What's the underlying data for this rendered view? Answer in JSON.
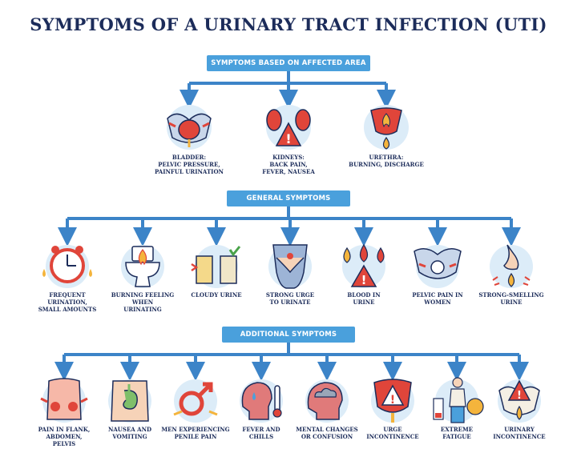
{
  "title": "SYMPTOMS OF A URINARY TRACT INFECTION (UTI)",
  "sections": [
    {
      "banner": "SYMPTOMS BASED ON AFFECTED AREA",
      "items": [
        {
          "label": "BLADDER:\nPELVIC PRESSURE,\nPAINFUL URINATION",
          "icon": "bladder-icon"
        },
        {
          "label": "KIDNEYS:\nBACK PAIN,\nFEVER, NAUSEA",
          "icon": "kidneys-warning-icon"
        },
        {
          "label": "URETHRA:\nBURNING, DISCHARGE",
          "icon": "urethra-burning-icon"
        }
      ]
    },
    {
      "banner": "GENERAL SYMPTOMS",
      "items": [
        {
          "label": "FREQUENT\nURINATION,\nSMALL AMOUNTS",
          "icon": "alarm-clock-drops-icon"
        },
        {
          "label": "BURNING FEELING\nWHEN\nURINATING",
          "icon": "burning-toilet-icon"
        },
        {
          "label": "CLOUDY URINE",
          "icon": "cloudy-urine-jars-icon"
        },
        {
          "label": "STRONG URGE\nTO URINATE",
          "icon": "hands-on-groin-icon"
        },
        {
          "label": "BLOOD IN\nURINE",
          "icon": "blood-drops-warning-icon"
        },
        {
          "label": "PELVIC PAIN IN\nWOMEN",
          "icon": "pelvis-pain-icon"
        },
        {
          "label": "STRONG-SMELLING\nURINE",
          "icon": "nose-smell-icon"
        }
      ]
    },
    {
      "banner": "ADDITIONAL SYMPTOMS",
      "items": [
        {
          "label": "PAIN IN FLANK,\nABDOMEN,\nPELVIS",
          "icon": "flank-pain-icon"
        },
        {
          "label": "NAUSEA AND\nVOMITING",
          "icon": "stomach-nausea-icon"
        },
        {
          "label": "MEN EXPERIENCING\nPENILE PAIN",
          "icon": "male-symbol-pain-icon"
        },
        {
          "label": "FEVER AND\nCHILLS",
          "icon": "head-thermometer-icon"
        },
        {
          "label": "MENTAL CHANGES\nOR CONFUSION",
          "icon": "head-cloud-icon"
        },
        {
          "label": "URGE\nINCONTINENCE",
          "icon": "bladder-warning-icon"
        },
        {
          "label": "EXTREME\nFATIGUE",
          "icon": "tired-person-battery-icon"
        },
        {
          "label": "URINARY\nINCONTINENCE",
          "icon": "pelvis-drop-warning-icon"
        }
      ]
    }
  ],
  "colors": {
    "banner": "#4aa0dc",
    "arrow": "#3c84c8",
    "arrow_dark": "#2b5aa6",
    "text": "#1c2c5a",
    "accent_red": "#e0453a",
    "accent_yellow": "#f4b43c",
    "icon_bg": "#dcecf8"
  }
}
